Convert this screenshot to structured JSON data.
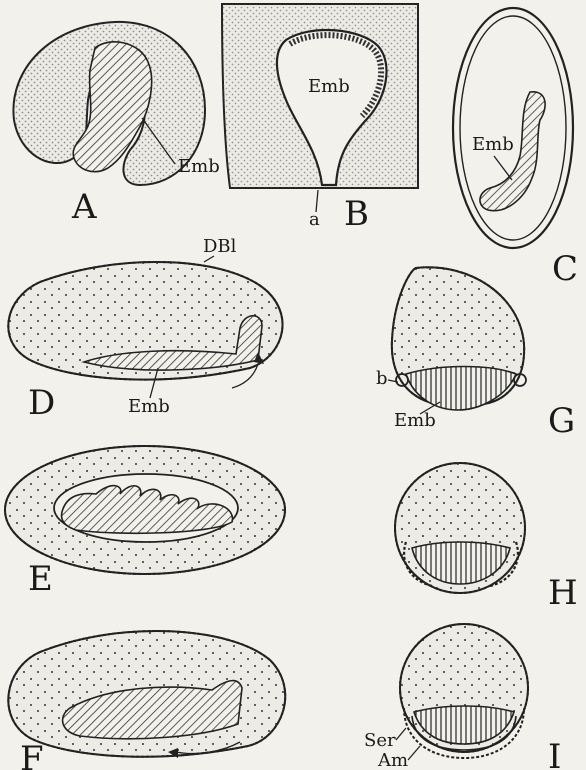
{
  "panels": {
    "A": {
      "letter": "A",
      "label_emb": "Emb"
    },
    "B": {
      "letter": "B",
      "label_emb": "Emb",
      "label_a": "a"
    },
    "C": {
      "letter": "C",
      "label_emb": "Emb"
    },
    "D": {
      "letter": "D",
      "label_emb": "Emb",
      "label_dbl": "DBl"
    },
    "E": {
      "letter": "E"
    },
    "F": {
      "letter": "F"
    },
    "G": {
      "letter": "G",
      "label_emb": "Emb",
      "label_b": "b"
    },
    "H": {
      "letter": "H"
    },
    "I": {
      "letter": "I",
      "label_ser": "Ser",
      "label_am": "Am"
    }
  }
}
